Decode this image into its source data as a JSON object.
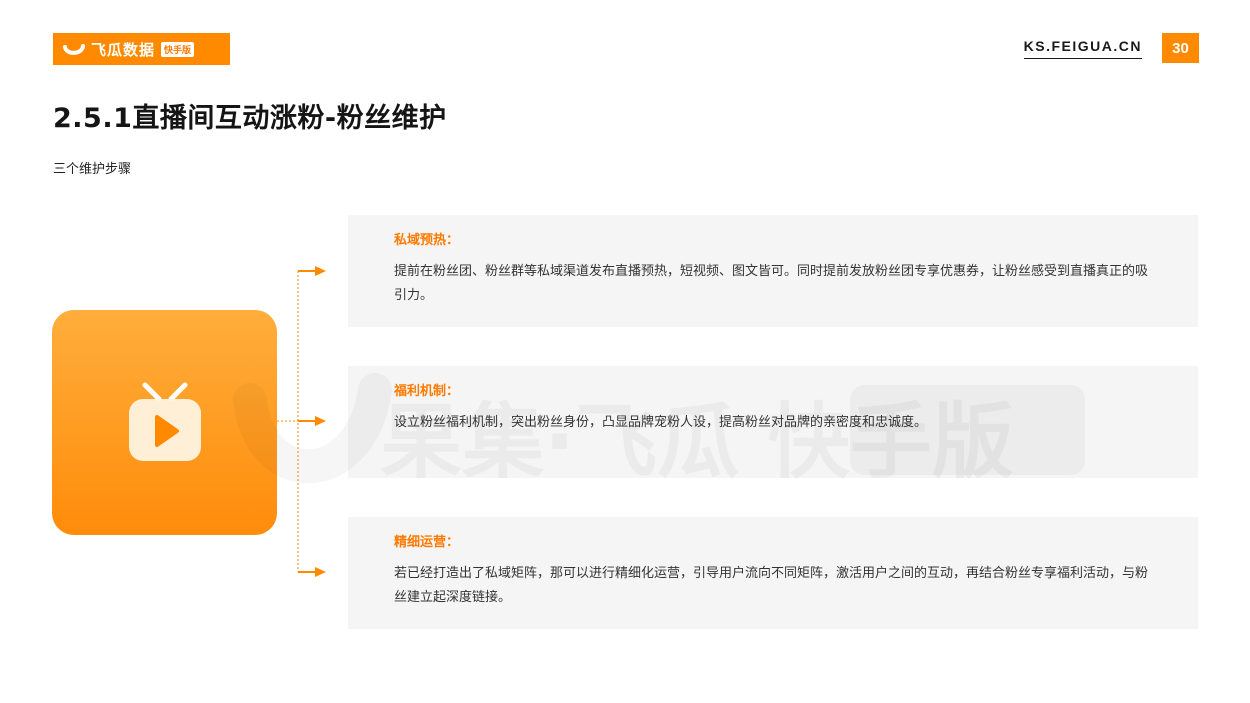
{
  "header": {
    "brand_name": "飞瓜数据",
    "brand_badge": "快手版",
    "site_url": "KS.FEIGUA.CN",
    "page_number": "30",
    "accent_color": "#ff8a00"
  },
  "title": "2.5.1直播间互动涨粉-粉丝维护",
  "subtitle": "三个维护步骤",
  "watermark_text": "果集·飞瓜 快手版",
  "illustration": {
    "icon": "tv-play-icon"
  },
  "steps": [
    {
      "heading": "私域预热：",
      "body": "提前在粉丝团、粉丝群等私域渠道发布直播预热，短视频、图文皆可。同时提前发放粉丝团专享优惠券，让粉丝感受到直播真正的吸引力。"
    },
    {
      "heading": "福利机制：",
      "body": "设立粉丝福利机制，突出粉丝身份，凸显品牌宠粉人设，提高粉丝对品牌的亲密度和忠诚度。"
    },
    {
      "heading": "精细运营：",
      "body": "若已经打造出了私域矩阵，那可以进行精细化运营，引导用户流向不同矩阵，激活用户之间的互动，再结合粉丝专享福利活动，与粉丝建立起深度链接。"
    }
  ]
}
